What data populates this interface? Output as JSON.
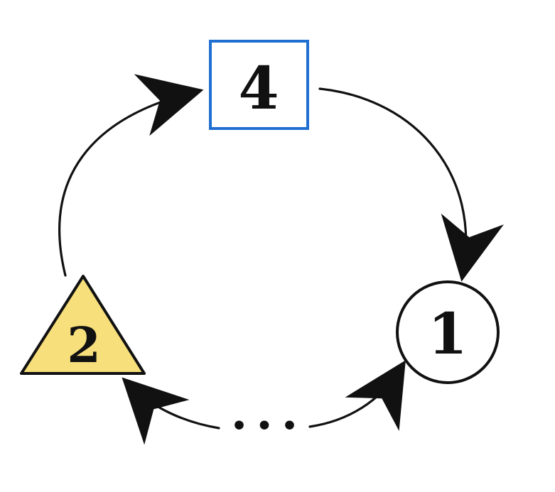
{
  "diagram": {
    "nodes": [
      {
        "id": "square",
        "shape": "square",
        "label": "4",
        "fill": "#ffffff",
        "stroke": "#1f6fd1"
      },
      {
        "id": "circle",
        "shape": "circle",
        "label": "1",
        "fill": "#ffffff",
        "stroke": "#111111"
      },
      {
        "id": "triangle",
        "shape": "triangle",
        "label": "2",
        "fill": "#f7df7c",
        "stroke": "#111111"
      }
    ],
    "connector_label": "• • •",
    "colors": {
      "arrow": "#111111",
      "square_border": "#1f6fd1",
      "triangle_fill": "#f7df7c",
      "text": "#111111"
    }
  }
}
